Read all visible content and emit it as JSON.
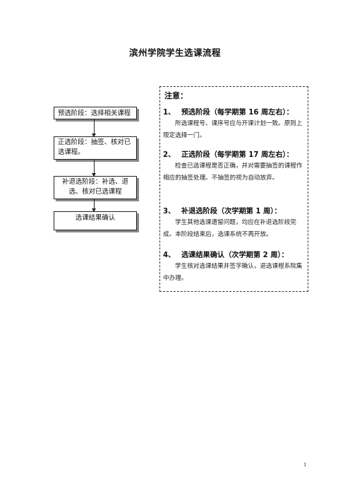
{
  "page": {
    "title": "滨州学院学生选课流程",
    "page_number": "1"
  },
  "flow": {
    "steps": [
      "预选阶段：选择相关课程",
      "正选阶段：抽签、核对已选课程。",
      "补退选阶段：补选、退选、核对已选课程",
      "选课结果确认"
    ]
  },
  "notes": {
    "heading": "注意：",
    "items": [
      {
        "num": "1、",
        "title": "预选阶段（每学期第 16 周左右）：",
        "text": "所选课程号、课序号应与开课计划一致。原则上限定选择一门。"
      },
      {
        "num": "2、",
        "title": "正选阶段（每学期第 17 周左右）：",
        "text": "检查已选课程是否正确，并对需要抽签的课程作相应的抽签处理。不抽签的视为自动放弃。"
      },
      {
        "num": "3、",
        "title": "补退选阶段（次学期第 1 周）：",
        "text": "学生其他选课遗留问题，均应在补退选阶段完成。本阶段结束后，选课系统不再开放。"
      },
      {
        "num": "4、",
        "title": "选课结果确认（次学期第 2 周）：",
        "text": "学生核对选课结果并签字确认，退选课程系院集中办理。"
      }
    ]
  }
}
